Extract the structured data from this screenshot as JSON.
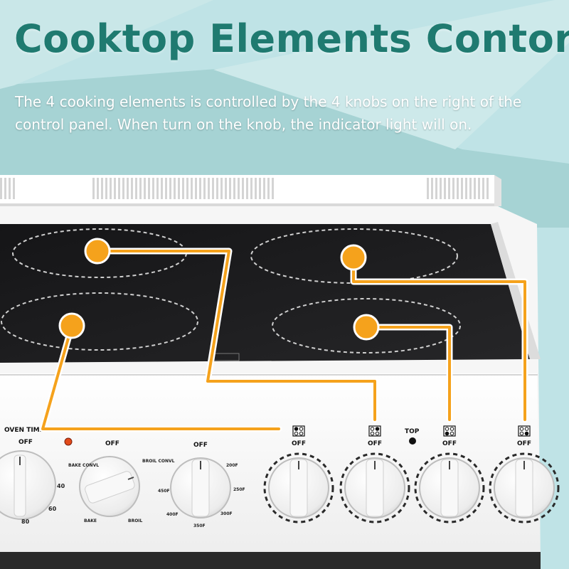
{
  "page": {
    "title": "Cooktop Elements Contorl",
    "description": "The 4 cooking elements is controlled by the 4 knobs on the right of the control panel. When turn on the knob, the indicator light will on."
  },
  "colors": {
    "background": "#bfe3e6",
    "title": "#1f7a70",
    "accent": "#f5a21c",
    "cooktop_glass": "#1c1c1e",
    "range_body": "#f6f6f6"
  },
  "control_panel": {
    "oven_timer": {
      "label": "OVEN TIMER",
      "off_label": "OFF",
      "ticks": [
        "40",
        "60",
        "80"
      ]
    },
    "mode_knob": {
      "off_label": "OFF",
      "modes": [
        "BAKE CONVL",
        "BROIL CONVL",
        "BAKE",
        "BROIL"
      ]
    },
    "temperature_knob": {
      "off_label": "OFF",
      "ticks": [
        "200F",
        "250F",
        "300F",
        "350F",
        "400F",
        "450F"
      ]
    },
    "indicator_label": "TOP",
    "element_knobs": [
      {
        "off_label": "OFF",
        "icon": "burner-layout-icon"
      },
      {
        "off_label": "OFF",
        "icon": "burner-layout-icon"
      },
      {
        "off_label": "OFF",
        "icon": "burner-layout-icon"
      },
      {
        "off_label": "OFF",
        "icon": "burner-layout-icon"
      }
    ]
  }
}
